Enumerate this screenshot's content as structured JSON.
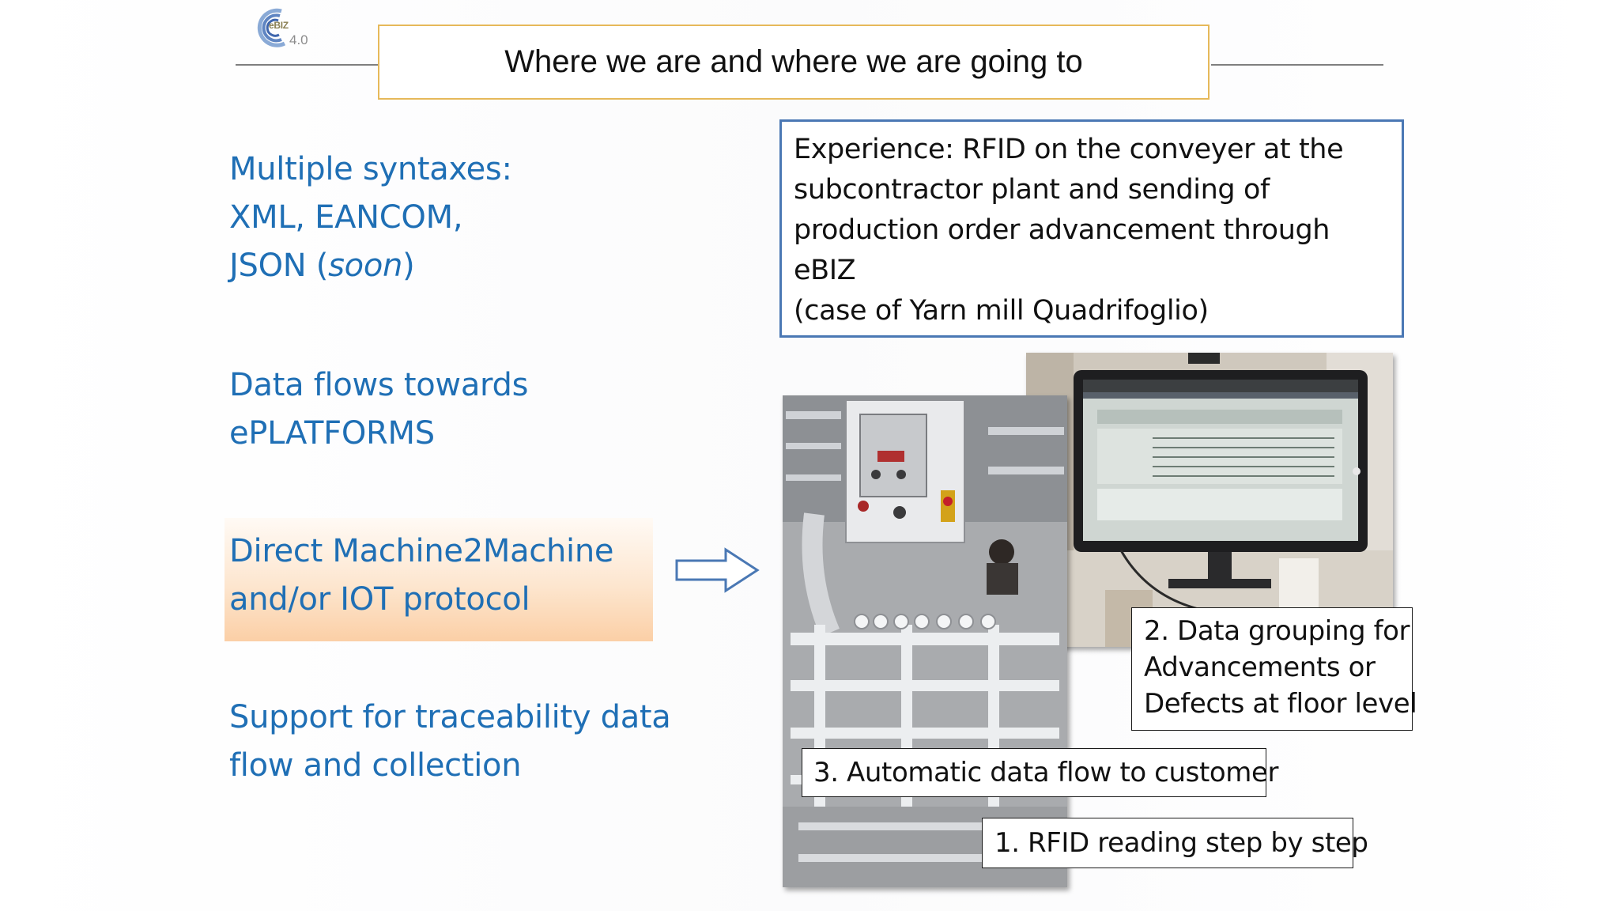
{
  "logo": {
    "brand": "eBIZ",
    "version": "4.0"
  },
  "header": {
    "title": "Where we are and where we are going to"
  },
  "bullets": [
    {
      "lines": [
        "Multiple syntaxes:",
        "XML, EANCOM,"
      ],
      "last_line_prefix": "JSON (",
      "last_line_italic": "soon",
      "last_line_suffix": ")"
    },
    {
      "lines": [
        "Data flows towards",
        "ePLATFORMS"
      ]
    },
    {
      "lines": [
        "Direct Machine2Machine",
        "and/or IOT  protocol"
      ],
      "highlighted": true
    },
    {
      "lines": [
        "Support for traceability data",
        "flow and collection"
      ]
    }
  ],
  "experience": {
    "lines": [
      "Experience: RFID on the conveyer at the",
      "subcontractor plant and sending of",
      "production order advancement through",
      "eBIZ",
      "(case of Yarn mill Quadrifoglio)"
    ]
  },
  "callouts": {
    "step2": [
      "2. Data grouping for",
      "Advancements or",
      "Defects at floor level"
    ],
    "step3": "3. Automatic data flow to customer",
    "step1": "1. RFID reading step by step"
  },
  "colors": {
    "bullet_text": "#1f6fb5",
    "title_border": "#e6b95a",
    "experience_border": "#4a78b4",
    "arrow": "#4a78b4",
    "highlight": "#fbcfa6"
  },
  "icons": {
    "arrow": "right-arrow-outline-icon",
    "logo": "ebiz-swirl-logo-icon"
  }
}
